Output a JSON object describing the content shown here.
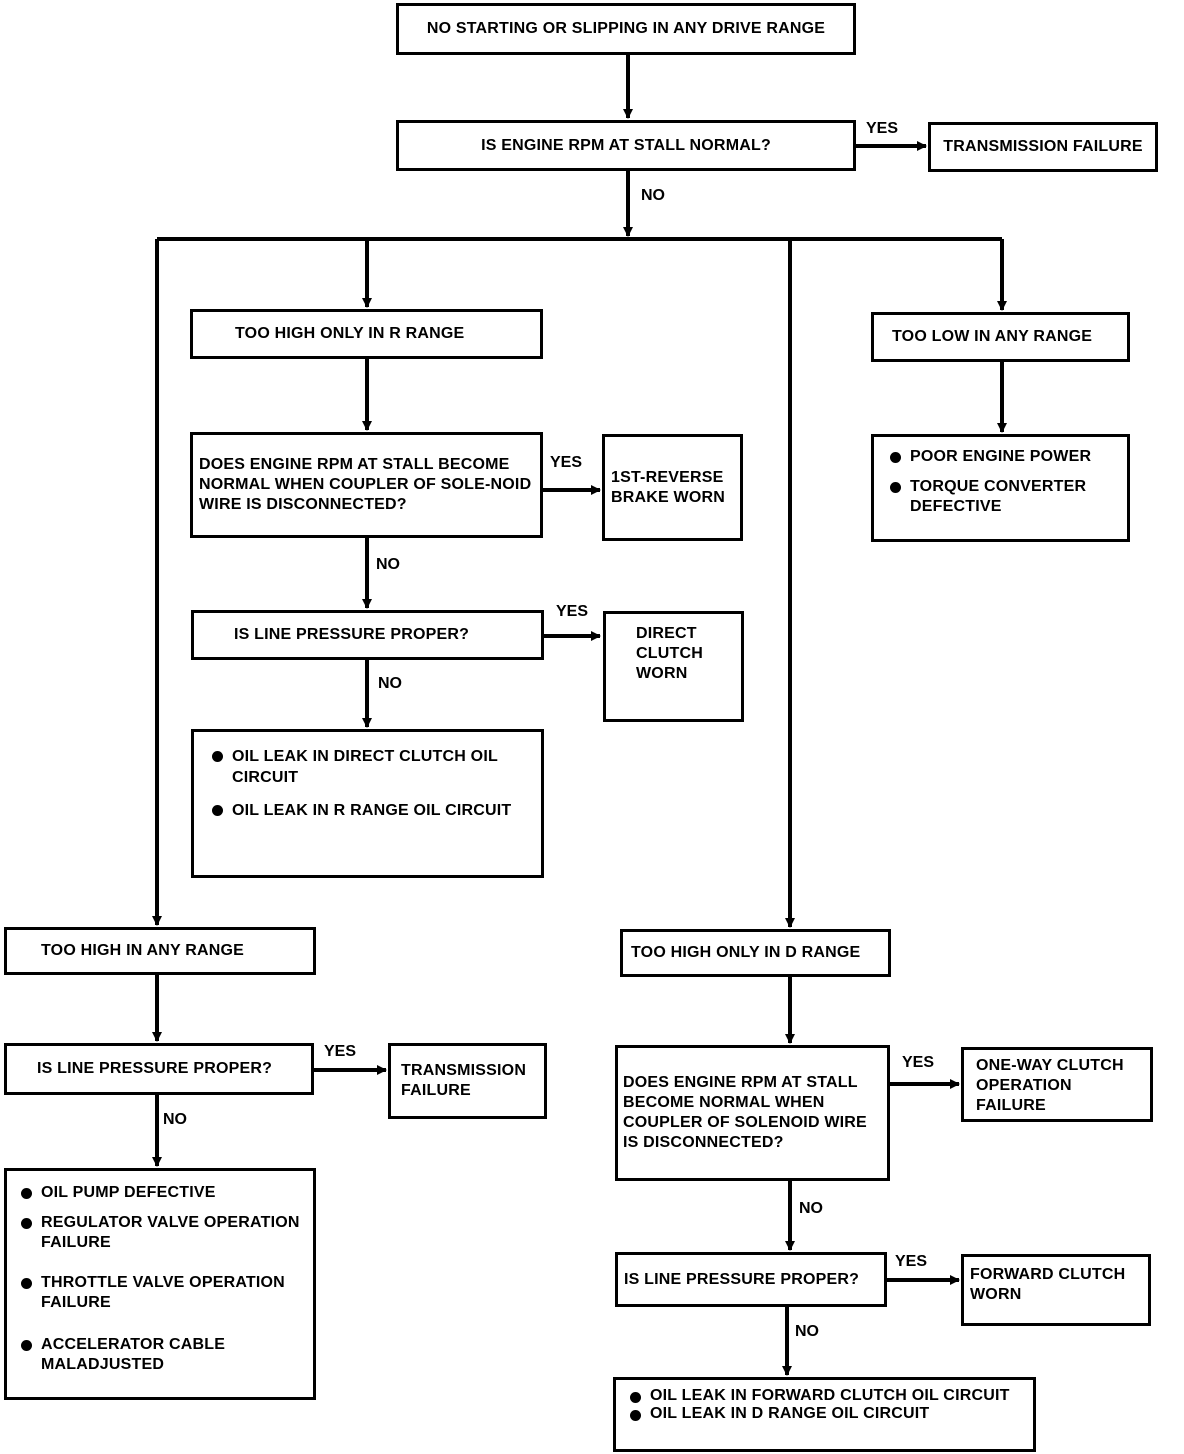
{
  "nodes": {
    "start": "NO STARTING OR SLIPPING IN ANY DRIVE RANGE",
    "q_stall": "IS ENGINE RPM AT STALL NORMAL?",
    "r_trans_fail_top": "TRANSMISSION FAILURE",
    "too_high_r": "TOO HIGH ONLY IN R RANGE",
    "too_low_any": "TOO LOW IN ANY RANGE",
    "q_r_solenoid": "DOES ENGINE RPM AT STALL BECOME NORMAL WHEN COUPLER OF SOLE-NOID WIRE IS DISCONNECTED?",
    "r_1st_reverse": "1ST-REVERSE BRAKE WORN",
    "q_r_line": "IS LINE PRESSURE PROPER?",
    "r_direct_clutch": "DIRECT CLUTCH WORN",
    "r_r_leaks": [
      "OIL LEAK IN DIRECT CLUTCH OIL CIRCUIT",
      "OIL LEAK IN R RANGE OIL CIRCUIT"
    ],
    "r_low_causes": [
      "POOR ENGINE POWER",
      "TORQUE CONVERTER DEFECTIVE"
    ],
    "too_high_any": "TOO HIGH IN ANY RANGE",
    "q_any_line": "IS LINE PRESSURE PROPER?",
    "r_trans_fail_any": "TRANSMISSION FAILURE",
    "r_any_causes": [
      "OIL PUMP DEFECTIVE",
      "REGULATOR VALVE OPERATION FAILURE",
      "THROTTLE VALVE OPERATION FAILURE",
      "ACCELERATOR CABLE MALADJUSTED"
    ],
    "too_high_d": "TOO HIGH ONLY IN D RANGE",
    "q_d_solenoid": "DOES ENGINE RPM AT STALL BECOME NORMAL WHEN COUPLER OF SOLENOID WIRE IS DISCONNECTED?",
    "r_one_way": "ONE-WAY CLUTCH OPERATION FAILURE",
    "q_d_line": "IS LINE PRESSURE PROPER?",
    "r_forward_clutch": "FORWARD CLUTCH WORN",
    "r_d_leaks": [
      "OIL LEAK IN FORWARD CLUTCH OIL CIRCUIT",
      "OIL LEAK IN D RANGE OIL CIRCUIT"
    ]
  },
  "labels": {
    "yes": "YES",
    "no": "NO"
  }
}
